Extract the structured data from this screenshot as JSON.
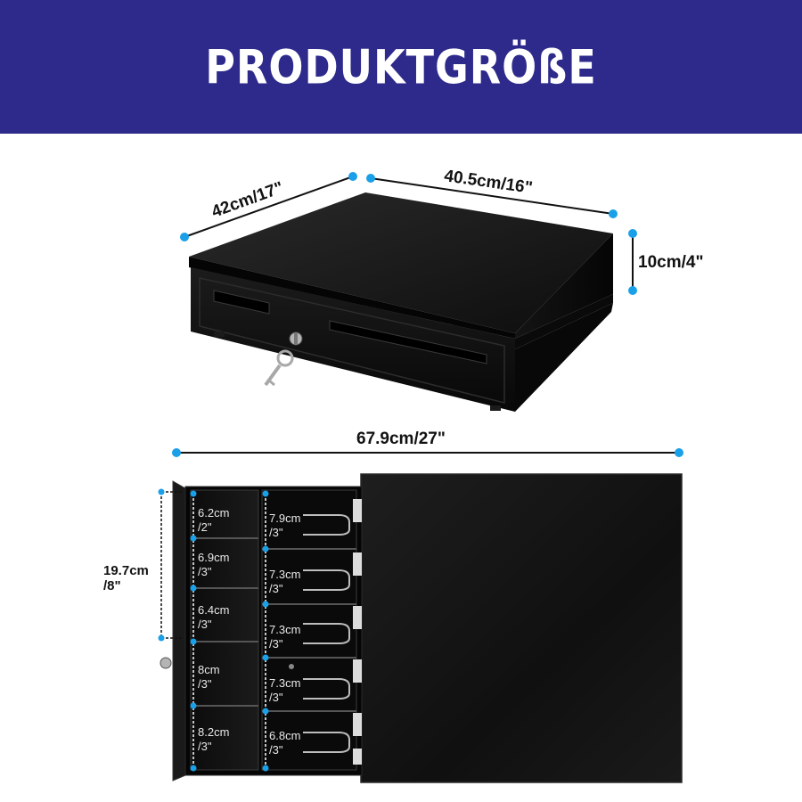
{
  "header": {
    "title": "PRODUKTGRÖßE"
  },
  "top_product": {
    "depth": "42cm/17\"",
    "width": "40.5cm/16\"",
    "height": "10cm/4\""
  },
  "open_drawer": {
    "total_length": "67.9cm/27\"",
    "drawer_depth_line1": "19.7cm",
    "drawer_depth_line2": "/8\"",
    "left_compartments": [
      {
        "line1": "6.2cm",
        "line2": "/2\""
      },
      {
        "line1": "6.9cm",
        "line2": "/3\""
      },
      {
        "line1": "6.4cm",
        "line2": "/3\""
      },
      {
        "line1": "8cm",
        "line2": "/3\""
      },
      {
        "line1": "8.2cm",
        "line2": "/3\""
      }
    ],
    "right_compartments": [
      {
        "line1": "7.9cm",
        "line2": "/3\""
      },
      {
        "line1": "7.3cm",
        "line2": "/3\""
      },
      {
        "line1": "7.3cm",
        "line2": "/3\""
      },
      {
        "line1": "7.3cm",
        "line2": "/3\""
      },
      {
        "line1": "6.8cm",
        "line2": "/3\""
      }
    ]
  },
  "colors": {
    "banner": "#2e2a8c",
    "marker": "#1aa0e8",
    "product": "#111111"
  }
}
